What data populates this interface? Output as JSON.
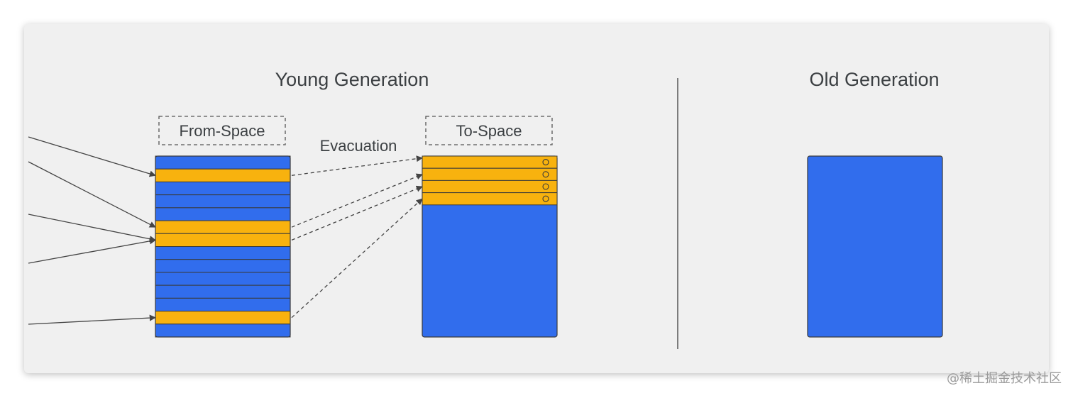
{
  "young_generation": {
    "title": "Young Generation",
    "from_space": {
      "label": "From-Space",
      "slot_count": 14,
      "live_slots": [
        1,
        5,
        6,
        12
      ]
    },
    "to_space": {
      "label": "To-Space",
      "copied_count": 4
    },
    "evacuation_label": "Evacuation"
  },
  "old_generation": {
    "title": "Old Generation"
  },
  "colors": {
    "background": "#f0f0f0",
    "heap_blue": "#316ded",
    "live_yellow": "#f8b20e",
    "outline": "#3a3a3a",
    "text": "#3c4043"
  },
  "watermark": "@稀土掘金技术社区"
}
